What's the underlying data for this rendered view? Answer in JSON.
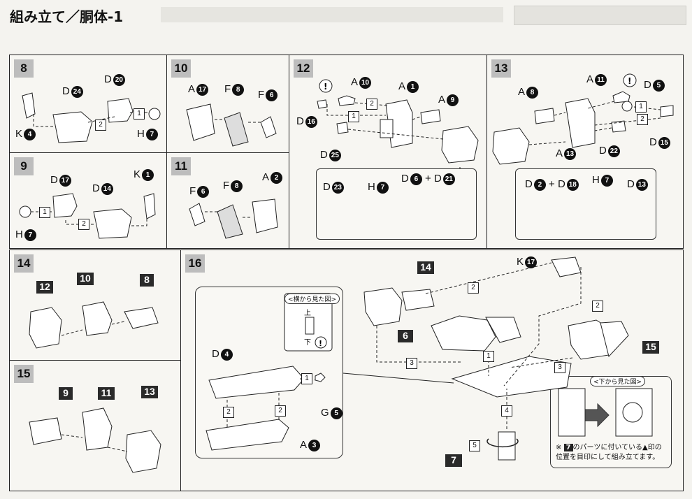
{
  "header": {
    "title": "組み立て／胴体-1"
  },
  "steps": {
    "s8": {
      "num": "8",
      "parts": {
        "k": "K",
        "k_n": "4",
        "d1": "D",
        "d1_n": "24",
        "d2": "D",
        "d2_n": "20",
        "h": "H",
        "h_n": "7"
      },
      "seq": [
        "1",
        "2"
      ]
    },
    "s9": {
      "num": "9",
      "parts": {
        "d1": "D",
        "d1_n": "17",
        "d2": "D",
        "d2_n": "14",
        "k": "K",
        "k_n": "1",
        "h": "H",
        "h_n": "7"
      },
      "seq": [
        "1",
        "2"
      ]
    },
    "s10": {
      "num": "10",
      "parts": {
        "a": "A",
        "a_n": "17",
        "f1": "F",
        "f1_n": "8",
        "f2": "F",
        "f2_n": "6"
      }
    },
    "s11": {
      "num": "11",
      "parts": {
        "f1": "F",
        "f1_n": "6",
        "f2": "F",
        "f2_n": "8",
        "a": "A",
        "a_n": "2"
      }
    },
    "s12": {
      "num": "12",
      "parts": {
        "a1": "A",
        "a1_n": "10",
        "a2": "A",
        "a2_n": "1",
        "a3": "A",
        "a3_n": "9",
        "d1": "D",
        "d1_n": "16",
        "d2": "D",
        "d2_n": "25",
        "d3": "D",
        "d3_n": "23",
        "h": "H",
        "h_n": "7",
        "d4": "D",
        "d4_n": "6",
        "plus": "+",
        "d5": "D",
        "d5_n": "21"
      },
      "seq": [
        "1",
        "2"
      ]
    },
    "s13": {
      "num": "13",
      "parts": {
        "a1": "A",
        "a1_n": "11",
        "a2": "A",
        "a2_n": "8",
        "d1": "D",
        "d1_n": "5",
        "a3": "A",
        "a3_n": "13",
        "d2": "D",
        "d2_n": "22",
        "d3": "D",
        "d3_n": "15",
        "d4": "D",
        "d4_n": "2",
        "plus": "+",
        "d5": "D",
        "d5_n": "18",
        "h": "H",
        "h_n": "7",
        "d6": "D",
        "d6_n": "13"
      },
      "seq": [
        "1",
        "2"
      ]
    },
    "s14": {
      "num": "14",
      "labels": [
        "12",
        "10",
        "8"
      ]
    },
    "s15": {
      "num": "15",
      "labels": [
        "9",
        "11",
        "13"
      ]
    },
    "s16": {
      "num": "16",
      "parts": {
        "d": "D",
        "d_n": "4",
        "g": "G",
        "g_n": "5",
        "a": "A",
        "a_n": "3",
        "k": "K",
        "k_n": "17"
      },
      "labels": {
        "l14": "14",
        "l6": "6",
        "l15": "15",
        "l7": "7"
      },
      "seq": [
        "1",
        "2",
        "3",
        "4",
        "5"
      ],
      "side_view": "<横から見た図",
      "side_view_end": ">",
      "up": "上",
      "down": "下",
      "bottom_view": "<下から見た図>",
      "note_prefix": "※",
      "note_num": "7",
      "note_line1": "のパーツに付いている▲印の",
      "note_line2": "位置を目印にして組み立てます。"
    }
  }
}
